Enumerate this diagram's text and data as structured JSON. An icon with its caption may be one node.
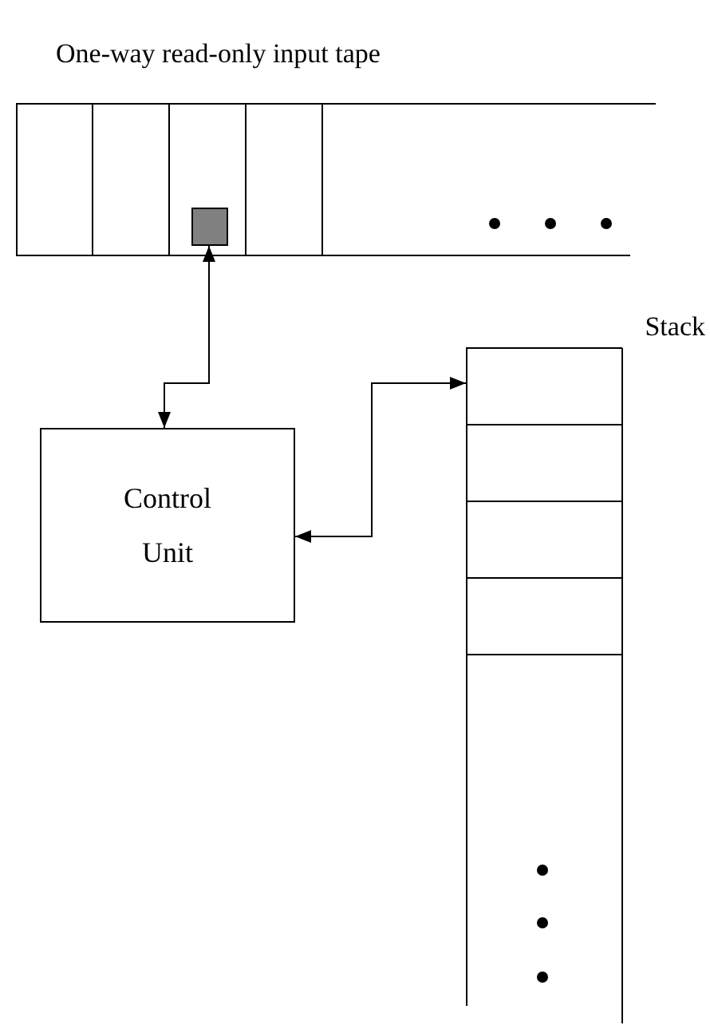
{
  "diagram": {
    "nodes": [
      {
        "text": [
          "One-way read-only input tape"
        ]
      },
      {
        "text": [],
        "shape": "box",
        "in": 0
      },
      {
        "text": [
          "Control Unit"
        ]
      },
      {
        "text": [
          "Stack"
        ]
      }
    ],
    "edges": [
      {
        "from": 1,
        "to": 2,
        "arrow": "both"
      },
      {
        "from": 2,
        "to": 3,
        "arrow": "both"
      }
    ]
  }
}
